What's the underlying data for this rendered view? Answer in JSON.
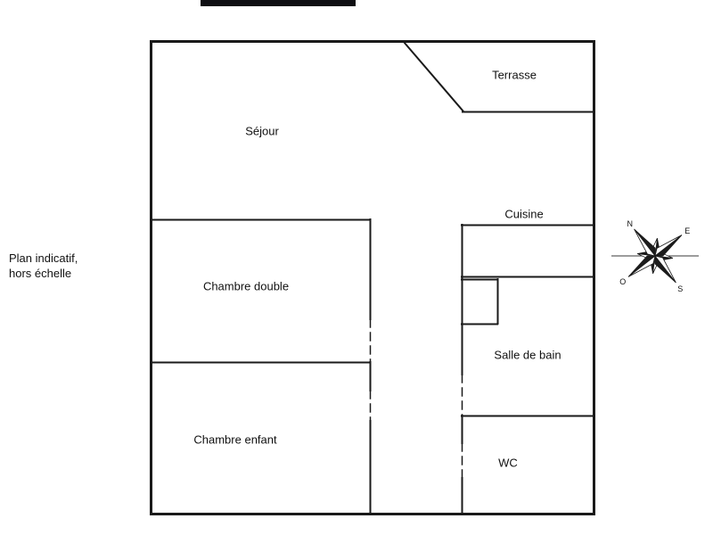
{
  "note": {
    "line1": "Plan indicatif,",
    "line2": "hors échelle"
  },
  "rooms": {
    "sejour": "Séjour",
    "terrasse": "Terrasse",
    "cuisine": "Cuisine",
    "chambre_double": "Chambre double",
    "salle_de_bain": "Salle de bain",
    "chambre_enfant": "Chambre enfant",
    "wc": "WC"
  },
  "compass": {
    "north": "N",
    "east": "E",
    "south": "S",
    "west": "O"
  },
  "colors": {
    "wall_line": "#1a1a1a",
    "background": "#ffffff",
    "redaction_bar": "#0e0e12"
  }
}
